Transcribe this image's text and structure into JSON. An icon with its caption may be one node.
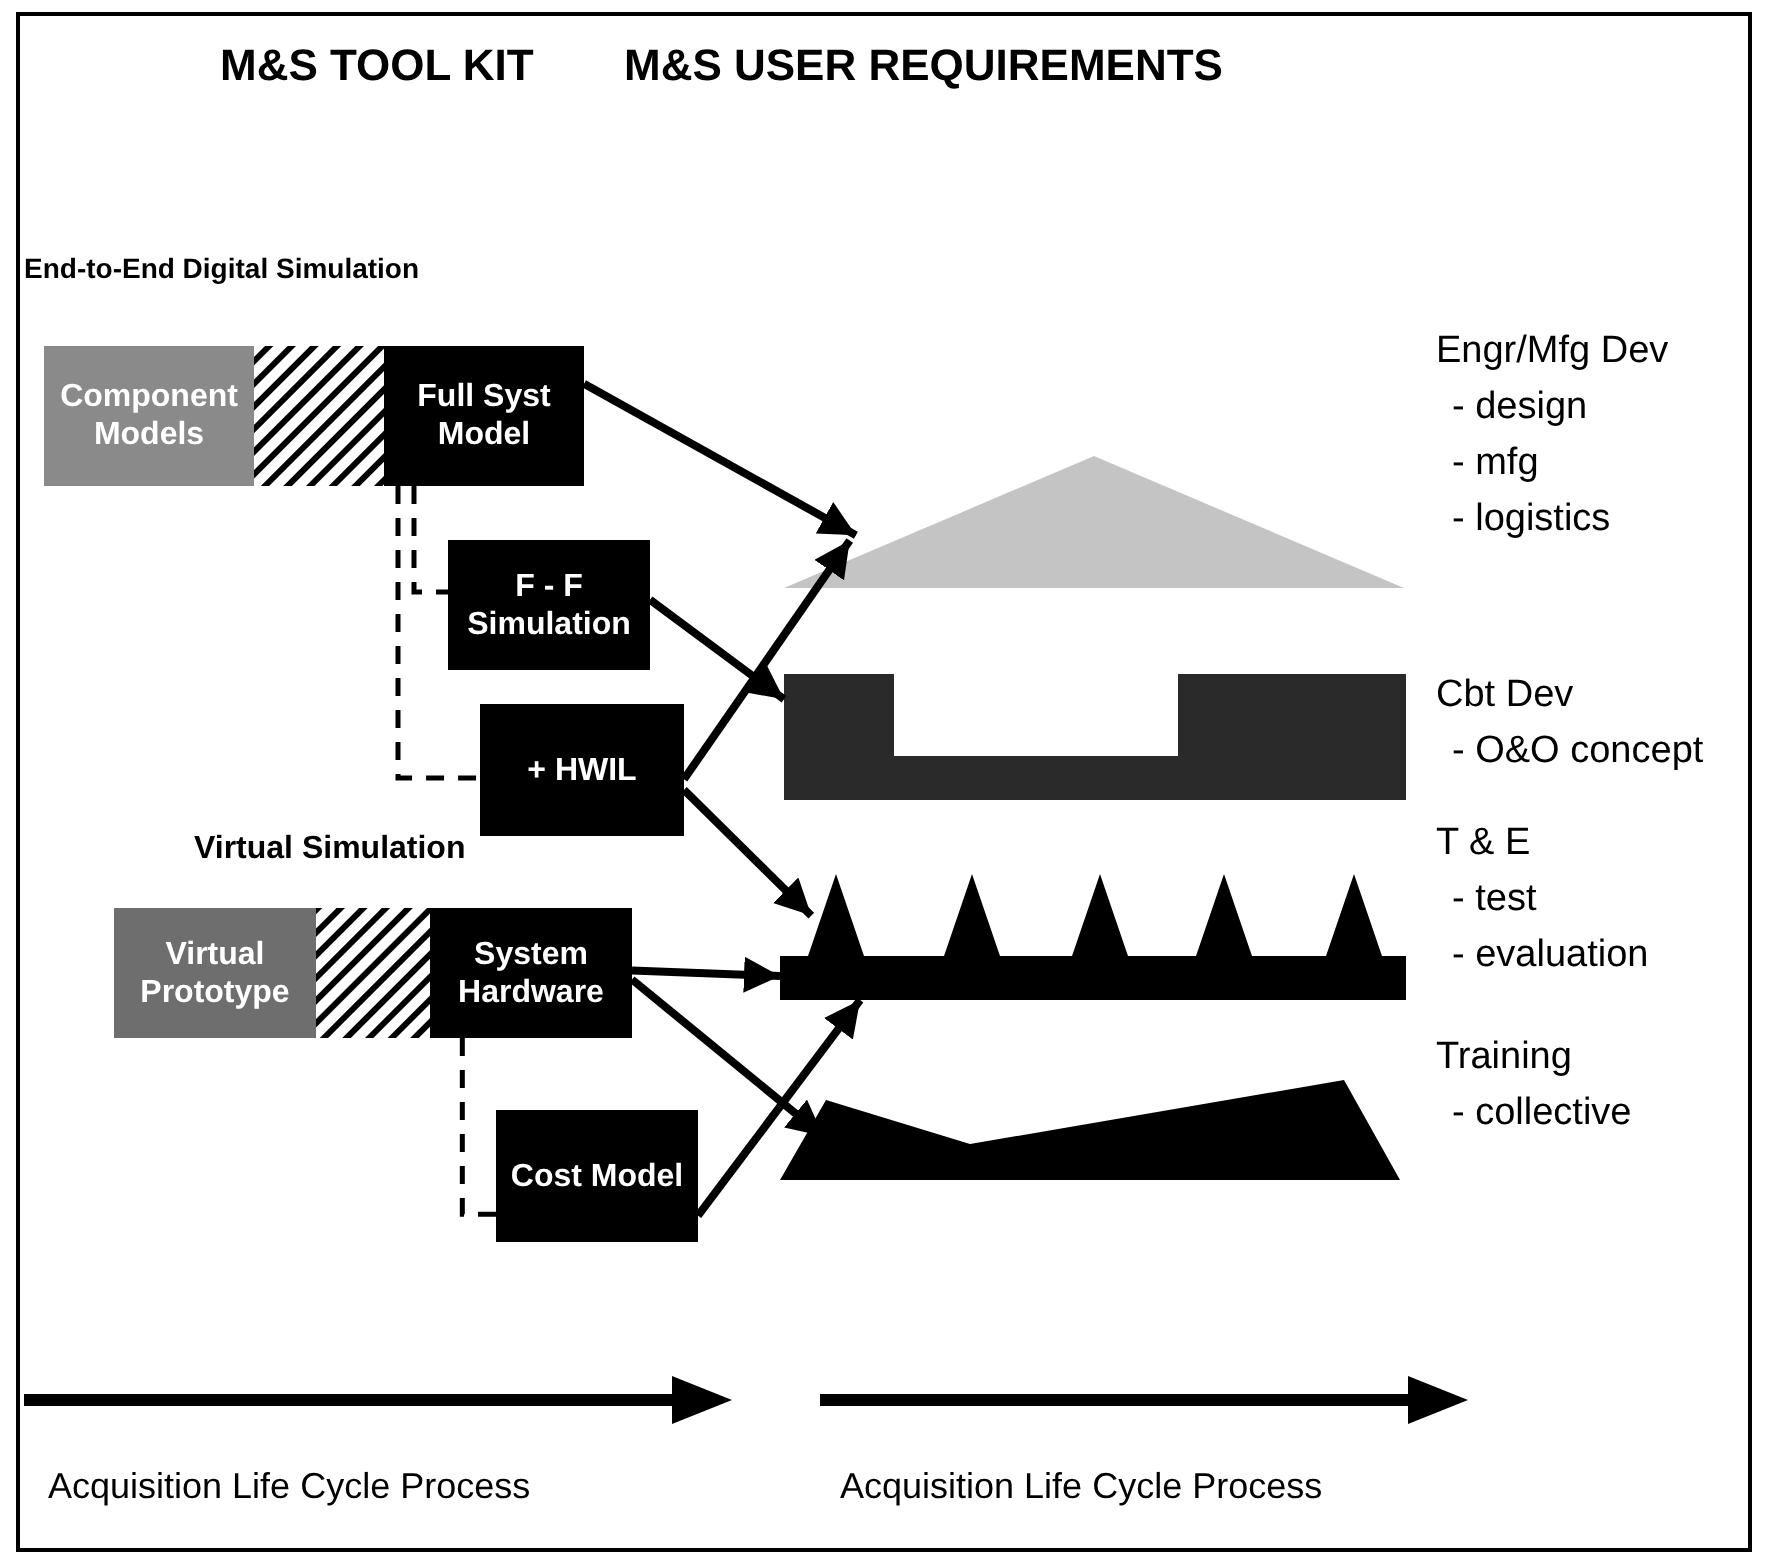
{
  "diagram": {
    "nodes": [
      {
        "text": [
          "Component Models"
        ]
      },
      {
        "text": [
          "Full Syst Model"
        ]
      },
      {
        "text": [
          "F - F Simulation"
        ]
      },
      {
        "text": [
          "+ HWIL"
        ]
      },
      {
        "text": [
          "Virtual Prototype"
        ]
      },
      {
        "text": [
          "System Hardware"
        ]
      },
      {
        "text": [
          "Cost Model"
        ]
      },
      {
        "text": [],
        "shape": "triangle",
        "beside": [
          "Engr/Mfg Dev",
          "- design",
          "- mfg",
          "- logistics"
        ]
      },
      {
        "text": [],
        "shape": "bar",
        "beside": [
          "Cbt Dev",
          "- O&O concept"
        ]
      },
      {
        "text": [],
        "shape": "bar",
        "beside": [
          "T & E",
          "- test",
          "- evaluation"
        ]
      },
      {
        "text": [],
        "shape": "trapezoid",
        "beside": [
          "Training",
          "- collective"
        ]
      }
    ],
    "edges": [
      {
        "from": 1,
        "to": 2,
        "arrow": "none",
        "style": "dashed"
      },
      {
        "from": 1,
        "to": 3,
        "arrow": "none",
        "style": "dashed"
      },
      {
        "from": 5,
        "to": 6,
        "arrow": "none",
        "style": "dashed"
      },
      {
        "from": 1,
        "to": 7,
        "arrow": "to"
      },
      {
        "from": 2,
        "to": 8,
        "arrow": "to"
      },
      {
        "from": 3,
        "to": 7,
        "arrow": "to"
      },
      {
        "from": 3,
        "to": 9,
        "arrow": "to"
      },
      {
        "from": 5,
        "to": 9,
        "arrow": "to"
      },
      {
        "from": 5,
        "to": 10,
        "arrow": "to"
      },
      {
        "from": 6,
        "to": 9,
        "arrow": "to"
      }
    ],
    "labels": [
      "M&S TOOL KIT",
      "M&S USER REQUIREMENTS",
      "End-to-End Digital Simulation",
      "Virtual Simulation",
      "Acquisition Life Cycle Process",
      "Acquisition Life Cycle Process"
    ]
  }
}
